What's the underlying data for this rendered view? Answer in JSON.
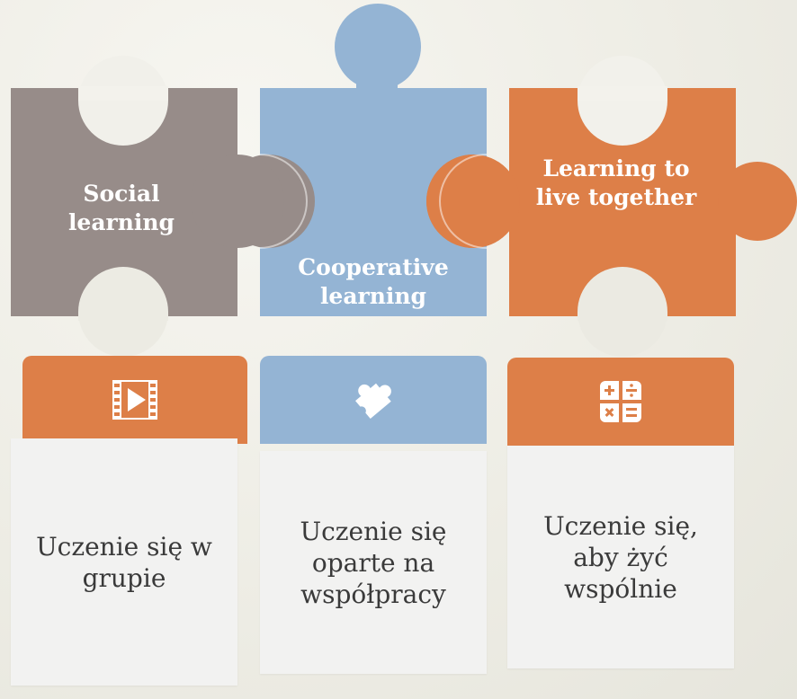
{
  "colors": {
    "gray": "#978c89",
    "blue": "#94b4d4",
    "orange": "#dd7f48",
    "card_bg": "#f2f2f1"
  },
  "pieces": [
    {
      "label": "Social learning",
      "color": "gray"
    },
    {
      "label": "Cooperative learning",
      "color": "blue"
    },
    {
      "label": "Learning to live together",
      "color": "orange"
    }
  ],
  "cards": [
    {
      "icon": "film-play-icon",
      "header_color": "orange",
      "text": "Uczenie się w grupie"
    },
    {
      "icon": "puzzle-piece-icon",
      "header_color": "blue",
      "text": "Uczenie się oparte na współpracy"
    },
    {
      "icon": "calculator-icon",
      "header_color": "orange",
      "text": "Uczenie się, aby żyć wspólnie"
    }
  ]
}
